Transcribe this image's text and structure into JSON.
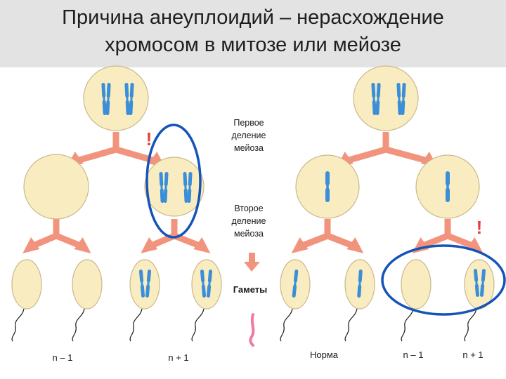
{
  "title": {
    "line1": "Причина анеуплоидий – нерасхождение",
    "line2": "хромосом в митозе или мейозе"
  },
  "division_labels": {
    "first": [
      "Первое",
      "деление",
      "мейоза"
    ],
    "second": [
      "Второе",
      "деление",
      "мейоза"
    ],
    "gametes": "Гаметы"
  },
  "gamete_labels": [
    "n – 1",
    "n + 1",
    "Норма",
    "n – 1",
    "n + 1"
  ],
  "markers": {
    "nondisjunction": "!"
  },
  "colors": {
    "cell_fill": "#f8ecc0",
    "cell_stroke": "#c9b98d",
    "arrow": "#f2937d",
    "chromosome": "#3a8fd8",
    "highlight_ellipse": "#1454b8",
    "exclamation": "#e0413b",
    "header_bg": "#e3e3e3"
  }
}
